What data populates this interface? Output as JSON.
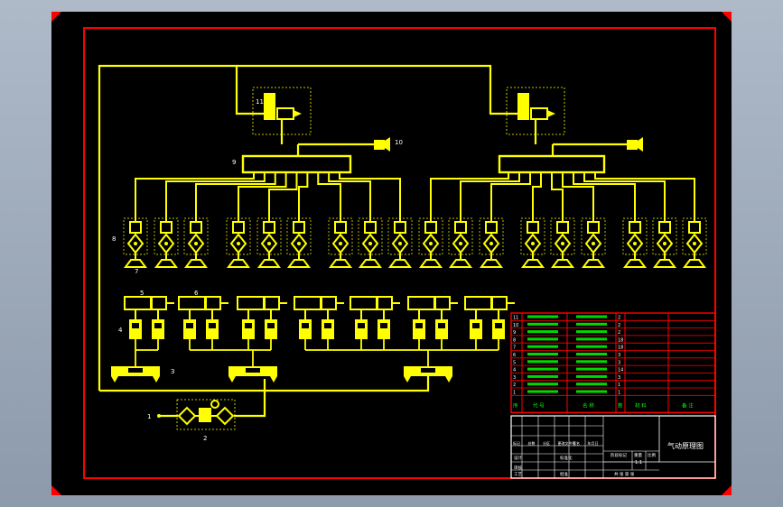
{
  "colors": {
    "background": "#000000",
    "frame": "#ff0000",
    "circuit": "#ffff00",
    "table_lines": "#ff0000",
    "table_text": "#00ff00",
    "title_text": "#ffffff"
  },
  "labels": {
    "l1": "1",
    "l2": "2",
    "l3": "3",
    "l4": "4",
    "l5": "5",
    "l6": "6",
    "l7": "7",
    "l8": "8",
    "l9": "9",
    "l10": "10",
    "l11": "11"
  },
  "parts_table": {
    "numbers": [
      "11",
      "10",
      "9",
      "8",
      "7",
      "6",
      "5",
      "4",
      "3",
      "2",
      "1"
    ],
    "quantities": [
      "2",
      "2",
      "2",
      "18",
      "18",
      "3",
      "3",
      "14",
      "3",
      "1",
      "1"
    ],
    "header": {
      "no": "序",
      "code": "代  号",
      "name": "名  称",
      "qty": "数",
      "material": "材 料",
      "remark": "备  注"
    }
  },
  "title_block": {
    "title": "气动原理图",
    "scale": "1:1",
    "row_labels": [
      "标记",
      "处数",
      "分区",
      "更改文件号",
      "签名",
      "年月日"
    ],
    "design": "设计",
    "standardize": "标准化",
    "stage_mark": "阶段标记",
    "weight": "重量",
    "ratio": "比例",
    "review": "审核",
    "craft": "工艺",
    "approve": "批准",
    "sheet_info": "共  张 第  张"
  }
}
